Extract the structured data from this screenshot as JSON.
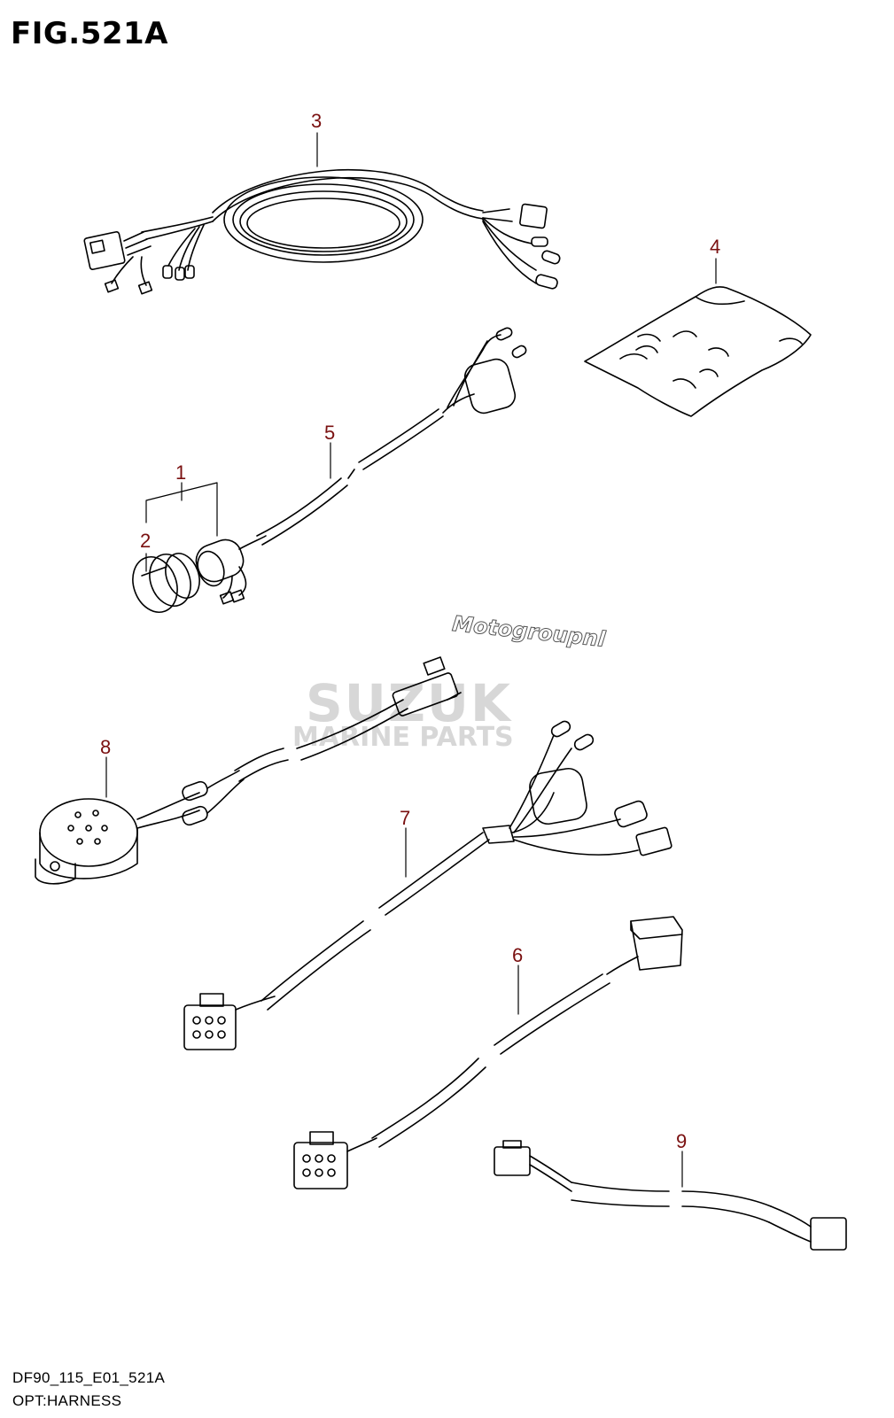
{
  "figure": {
    "title": "FIG.521A",
    "drawing_code": "DF90_115_E01_521A",
    "caption": "OPT:HARNESS"
  },
  "callouts": [
    {
      "id": "3",
      "label": "3"
    },
    {
      "id": "4",
      "label": "4"
    },
    {
      "id": "5",
      "label": "5"
    },
    {
      "id": "1",
      "label": "1"
    },
    {
      "id": "2",
      "label": "2"
    },
    {
      "id": "8",
      "label": "8"
    },
    {
      "id": "7",
      "label": "7"
    },
    {
      "id": "6",
      "label": "6"
    },
    {
      "id": "9",
      "label": "9"
    }
  ],
  "watermarks": {
    "site": "Motogroupnl",
    "brand": "SUZUK",
    "brand_sub": "MARINE PARTS"
  },
  "colors": {
    "callout": "#7a1010",
    "line": "#000000",
    "watermark": "#d7d7d7"
  }
}
